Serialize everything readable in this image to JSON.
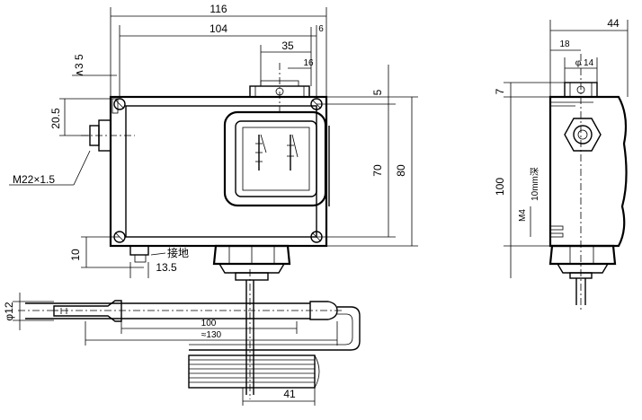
{
  "front_view": {
    "dim_width_overall": "116",
    "dim_width_inner": "104",
    "dim_35": "35",
    "dim_16": "16",
    "dim_6": "6",
    "dim_3_5": "∧3 5",
    "dim_20_5": "20.5",
    "dim_5": "5",
    "dim_70": "70",
    "dim_80": "80",
    "dim_10": "10",
    "dim_13_5": "13.5",
    "thread_label": "M22×1.5",
    "ground_label": "接地"
  },
  "probe_view": {
    "dim_phi12": "φ12",
    "dim_100": "100",
    "dim_130": "≈130",
    "dim_41": "41"
  },
  "side_view": {
    "dim_44": "44",
    "dim_18": "18",
    "dim_phi14": "φ 14",
    "dim_7": "7",
    "dim_100": "100",
    "dim_m4": "M4",
    "dim_10mm": "10mm深"
  }
}
